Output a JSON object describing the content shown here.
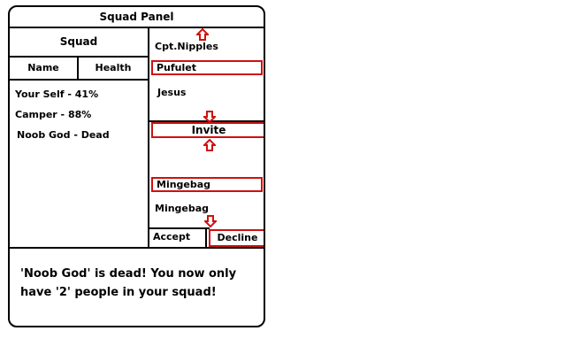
{
  "panel": {
    "title": "Squad Panel"
  },
  "squad": {
    "header": "Squad",
    "columns": {
      "name": "Name",
      "health": "Health"
    },
    "members": [
      "Your Self - 41%",
      "Camper - 88%",
      "Noob God - Dead"
    ]
  },
  "invite_list": {
    "top_list": [
      "Cpt.Nipples",
      "Pufulet",
      "Jesus"
    ],
    "invite_label": "Invite",
    "bottom_list": [
      "Mingebag",
      "Mingebag"
    ],
    "accept_label": "Accept",
    "decline_label": "Decline"
  },
  "message": "'Noob God' is dead! You now only have '2' people in your squad!",
  "colors": {
    "highlight": "#d01010",
    "border": "#000000"
  }
}
